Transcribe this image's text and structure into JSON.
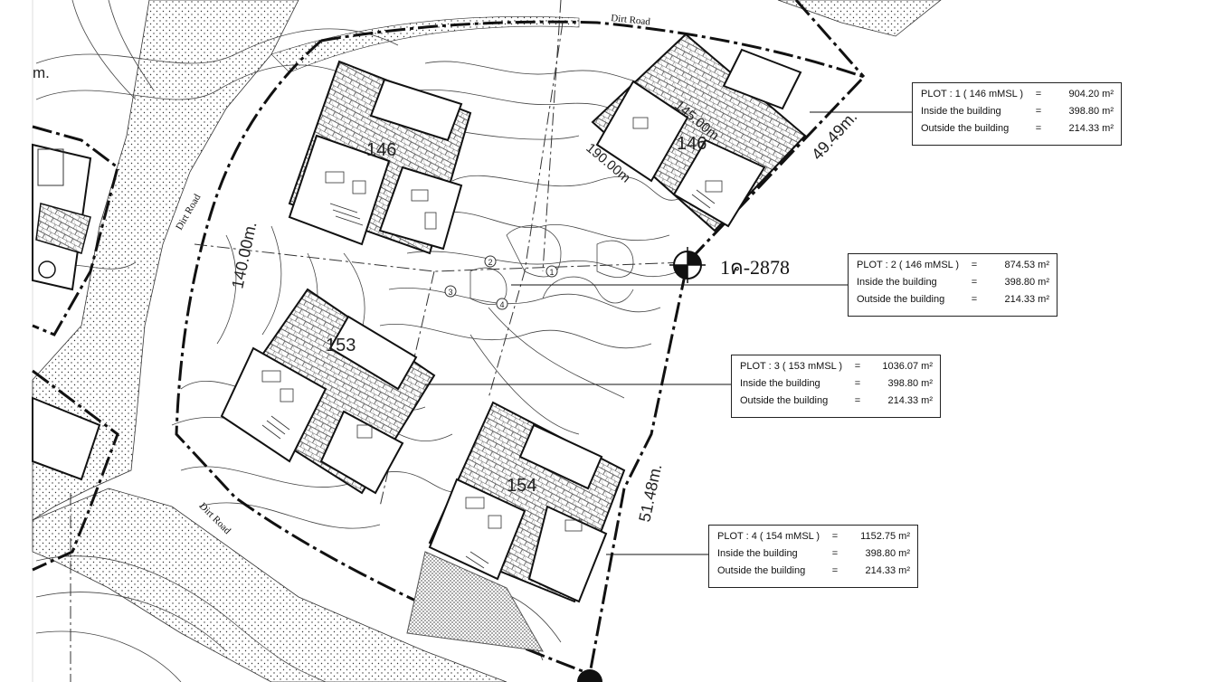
{
  "plan": {
    "road_labels": [
      "Dirt Road",
      "Dirt Road",
      "Dirt Road"
    ],
    "edge_label_left": "m.",
    "dimensions": [
      "140.00m.",
      "49.49m.",
      "51.48m.",
      "145.00m",
      "190.00m"
    ],
    "building_labels": [
      "146",
      "146",
      "153",
      "154"
    ],
    "marker_label": "1ค-2878",
    "circle_markers": [
      "1",
      "2",
      "3",
      "4"
    ]
  },
  "plots": [
    {
      "title": "PLOT : 1 ( 146 mMSL )",
      "total": "904.20 m²",
      "inside_label": "Inside the building",
      "inside": "398.80 m²",
      "outside_label": "Outside the building",
      "outside": "214.33 m²",
      "eq": "="
    },
    {
      "title": "PLOT : 2 ( 146 mMSL )",
      "total": "874.53 m²",
      "inside_label": "Inside the building",
      "inside": "398.80 m²",
      "outside_label": "Outside the building",
      "outside": "214.33 m²",
      "eq": "="
    },
    {
      "title": "PLOT : 3 ( 153 mMSL )",
      "total": "1036.07 m²",
      "inside_label": "Inside the building",
      "inside": "398.80 m²",
      "outside_label": "Outside the building",
      "outside": "214.33 m²",
      "eq": "="
    },
    {
      "title": "PLOT : 4 ( 154 mMSL )",
      "total": "1152.75 m²",
      "inside_label": "Inside the building",
      "inside": "398.80 m²",
      "outside_label": "Outside the building",
      "outside": "214.33 m²",
      "eq": "="
    }
  ]
}
